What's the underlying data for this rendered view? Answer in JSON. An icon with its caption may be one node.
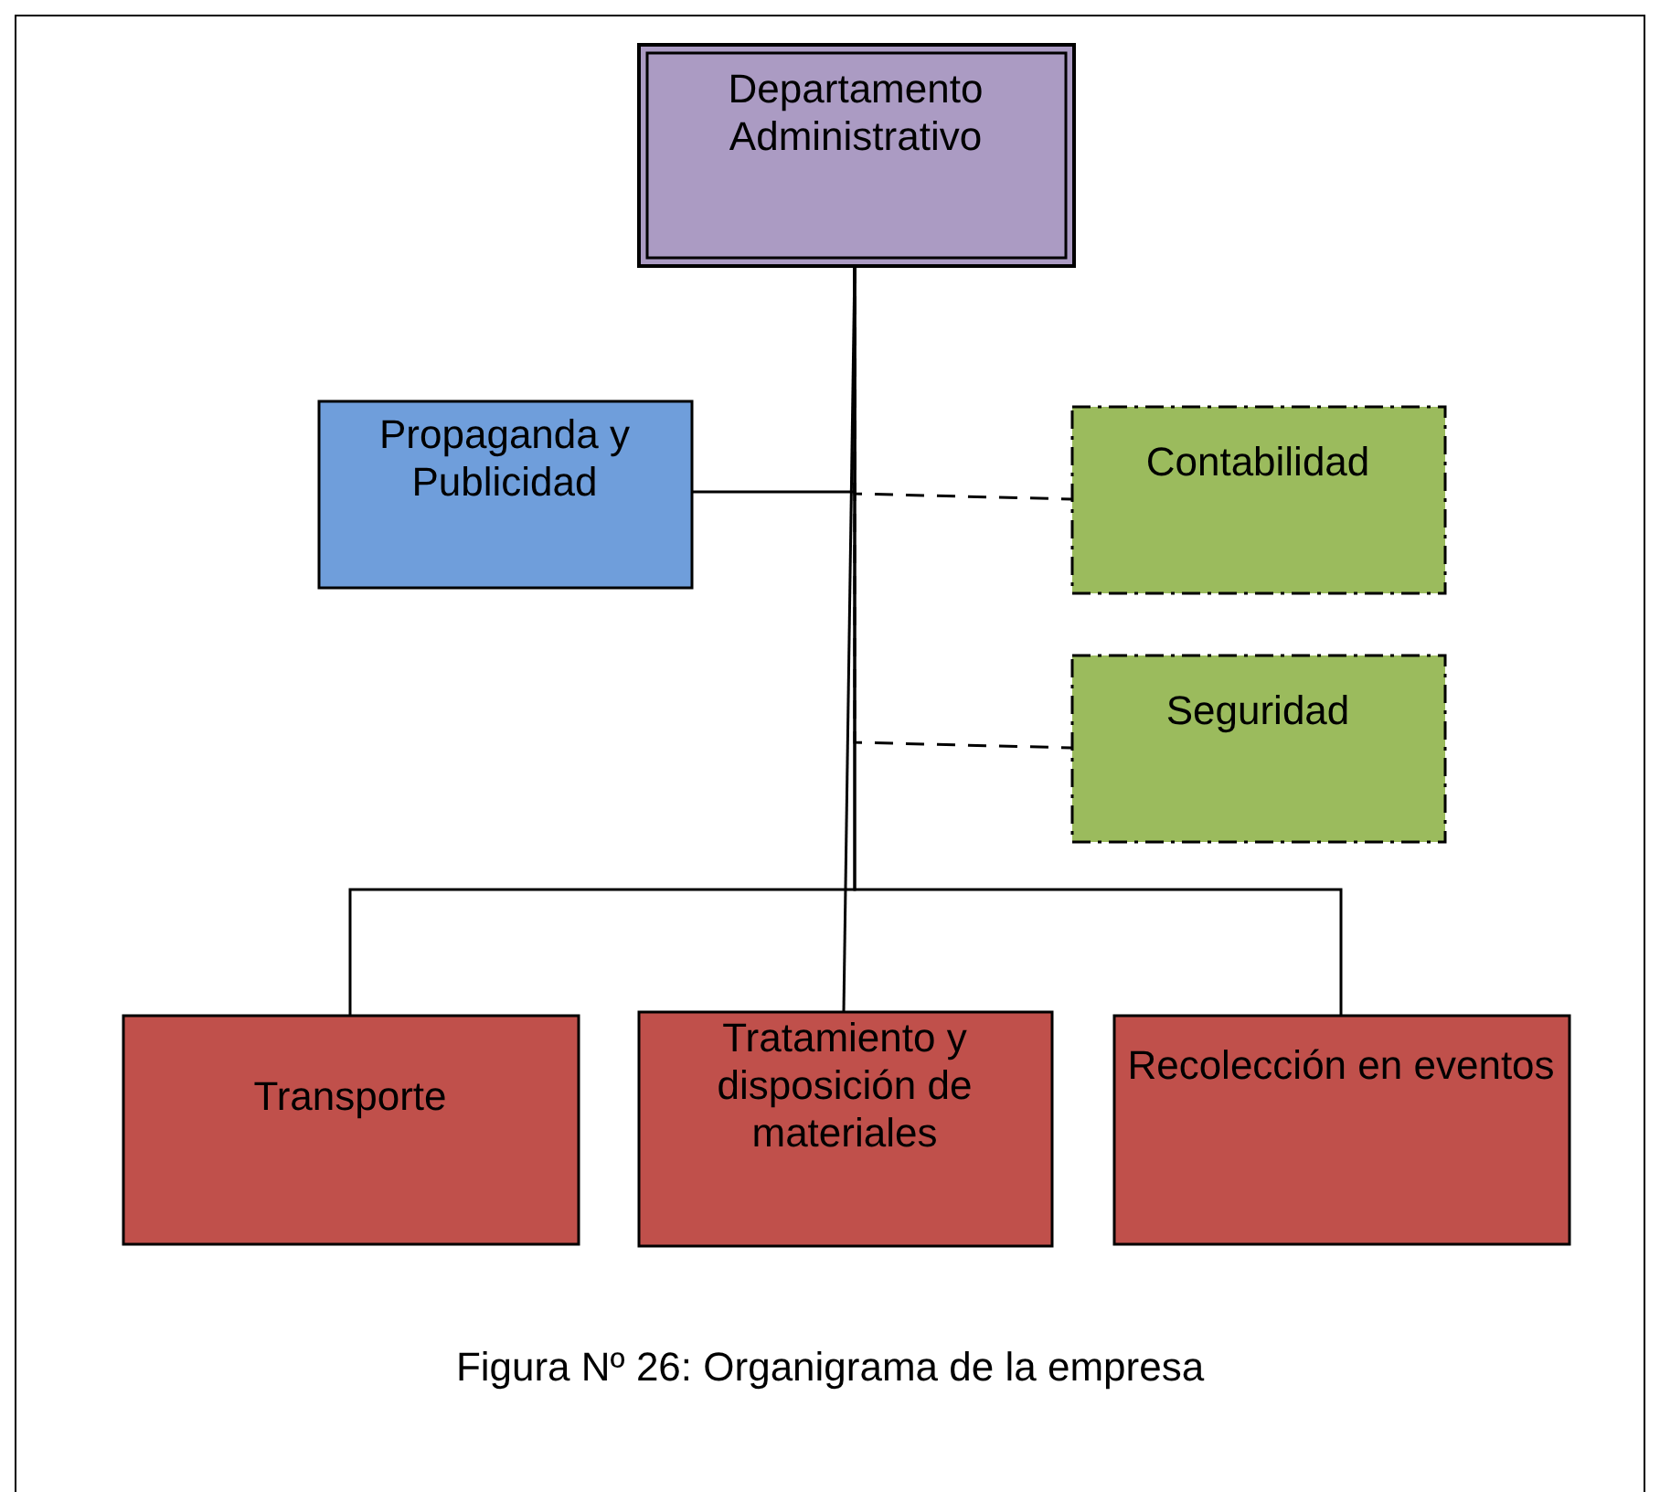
{
  "diagram": {
    "caption": "Figura Nº 26:  Organigrama de la empresa",
    "nodes": [
      {
        "text": [
          "Departamento Administrativo"
        ]
      },
      {
        "text": [
          "Propaganda y Publicidad"
        ]
      },
      {
        "text": [
          "Contabilidad"
        ]
      },
      {
        "text": [
          "Seguridad"
        ]
      },
      {
        "text": [
          "Transporte"
        ]
      },
      {
        "text": [
          "Tratamiento y disposición de materiales"
        ]
      },
      {
        "text": [
          "Recolección en eventos"
        ]
      }
    ],
    "edges": [
      {
        "from": 0,
        "to": 1,
        "arrow": "none"
      },
      {
        "from": 0,
        "to": 2,
        "arrow": "none",
        "style": "dashed"
      },
      {
        "from": 0,
        "to": 3,
        "arrow": "none",
        "style": "dashed"
      },
      {
        "from": 0,
        "to": 4,
        "arrow": "none"
      },
      {
        "from": 0,
        "to": 5,
        "arrow": "none"
      },
      {
        "from": 0,
        "to": 6,
        "arrow": "none"
      }
    ]
  }
}
